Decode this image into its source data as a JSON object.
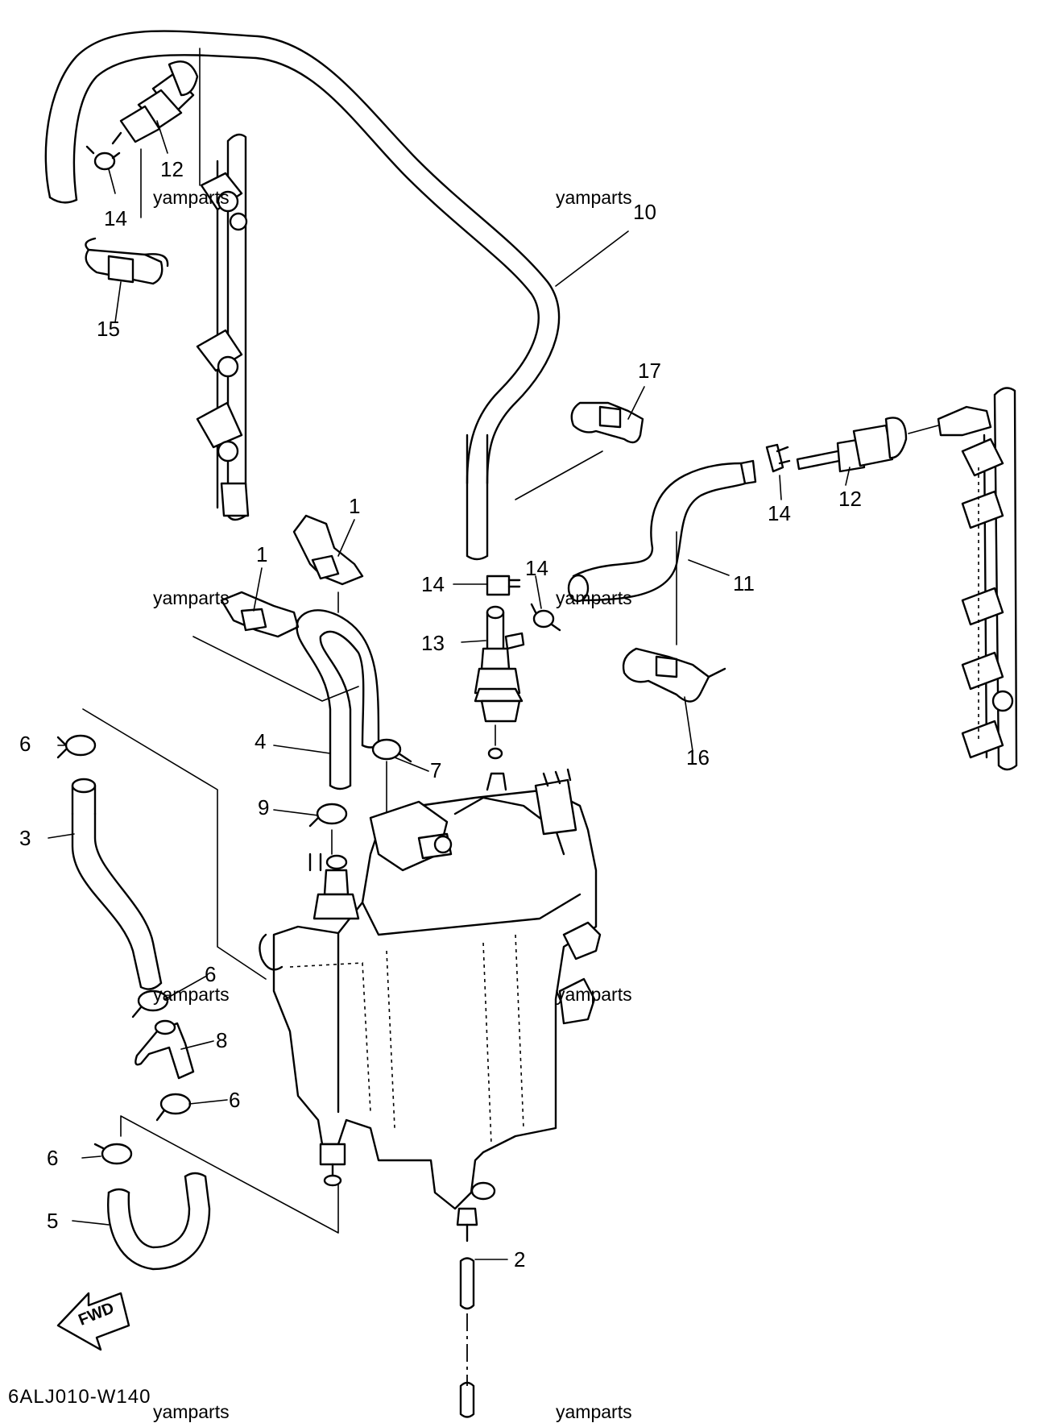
{
  "diagram_code": "6ALJ010-W140",
  "direction_label": "FWD",
  "watermark": "yamparts",
  "callouts": {
    "c1a": "1",
    "c1b": "1",
    "c2": "2",
    "c3": "3",
    "c4": "4",
    "c5": "5",
    "c6a": "6",
    "c6b": "6",
    "c6c": "6",
    "c6d": "6",
    "c7": "7",
    "c8": "8",
    "c9": "9",
    "c10": "10",
    "c11": "11",
    "c12a": "12",
    "c12b": "12",
    "c13": "13",
    "c14a": "14",
    "c14b": "14",
    "c14c": "14",
    "c14d": "14",
    "c15": "15",
    "c16": "16",
    "c17": "17"
  }
}
